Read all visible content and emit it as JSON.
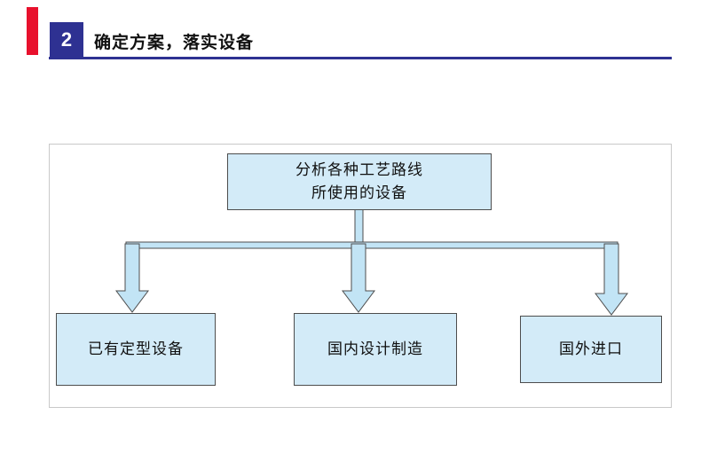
{
  "header": {
    "number": "2",
    "title": "确定方案，落实设备",
    "accent_color": "#e8112d",
    "bar_color": "#2e3192"
  },
  "diagram": {
    "top_box": {
      "line1": "分析各种工艺路线",
      "line2": "所使用的设备"
    },
    "bottom_boxes": [
      {
        "label": "已有定型设备"
      },
      {
        "label": "国内设计制造"
      },
      {
        "label": "国外进口"
      }
    ],
    "box_fill": "#d3ebf8",
    "arrow_fill": "#c2e4f5",
    "box_border": "#4d4d4d"
  }
}
